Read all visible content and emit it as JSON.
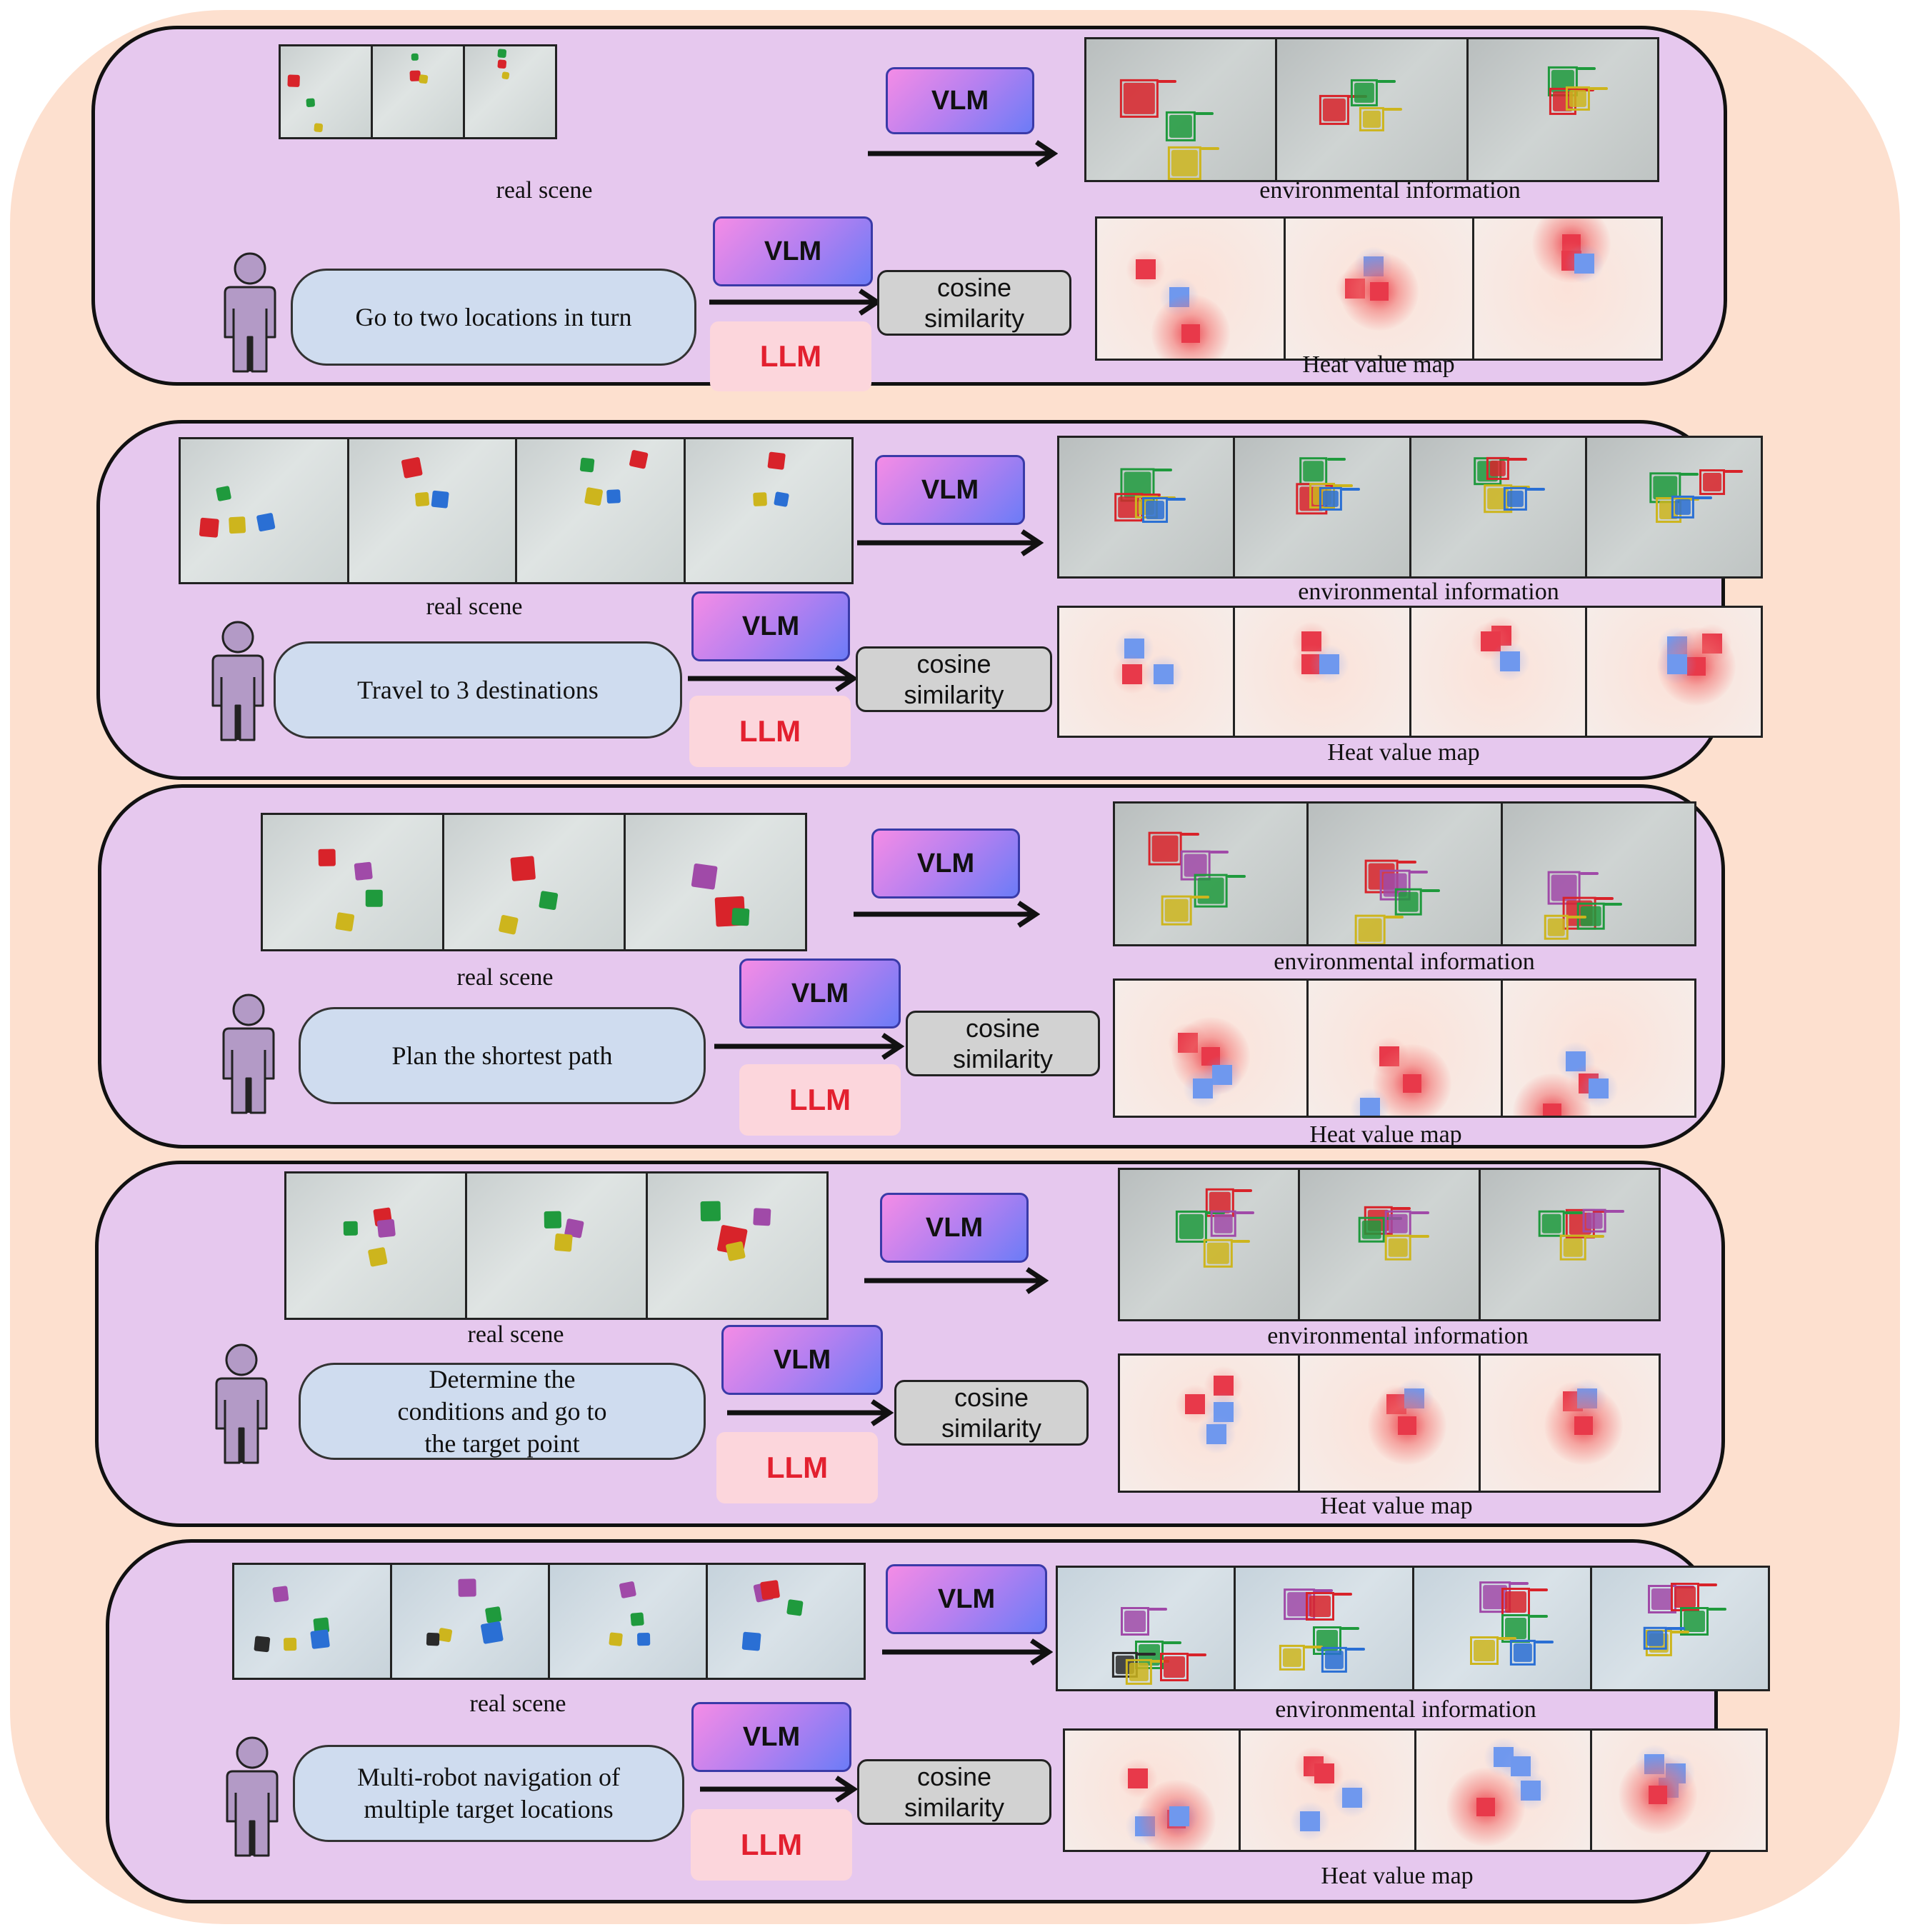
{
  "labels": {
    "real_scene": "real scene",
    "environmental_information": "environmental information",
    "heat_value_map": "Heat value map",
    "vlm": "VLM",
    "llm": "LLM",
    "cosine_similarity": "cosine\nsimilarity"
  },
  "tasks": [
    {
      "instruction": "Go to two locations in turn"
    },
    {
      "instruction": "Travel to 3 destinations"
    },
    {
      "instruction": "Plan the shortest path"
    },
    {
      "instruction": "Determine the\nconditions and go to\nthe target point"
    },
    {
      "instruction": "Multi-robot navigation of\nmultiple target locations"
    }
  ],
  "colors": {
    "background": "#fde0cf",
    "panel": "#e6c8ee",
    "instruction_box": "#cfdcef",
    "llm_box": "#fcd6dc",
    "llm_text": "#e3202f",
    "cosine_box": "#d2d2d2",
    "person": "#b39ac6",
    "block_red": "#d8232a",
    "block_green": "#1f9a3d",
    "block_yellow": "#cdb51d",
    "block_blue": "#2a6fd4",
    "block_purple": "#a04aa8",
    "block_black": "#2a2a2a",
    "heat_red": "#e8394a",
    "heat_blue": "#6f98ee"
  },
  "icons": [
    "person-icon",
    "right-arrow-icon"
  ]
}
